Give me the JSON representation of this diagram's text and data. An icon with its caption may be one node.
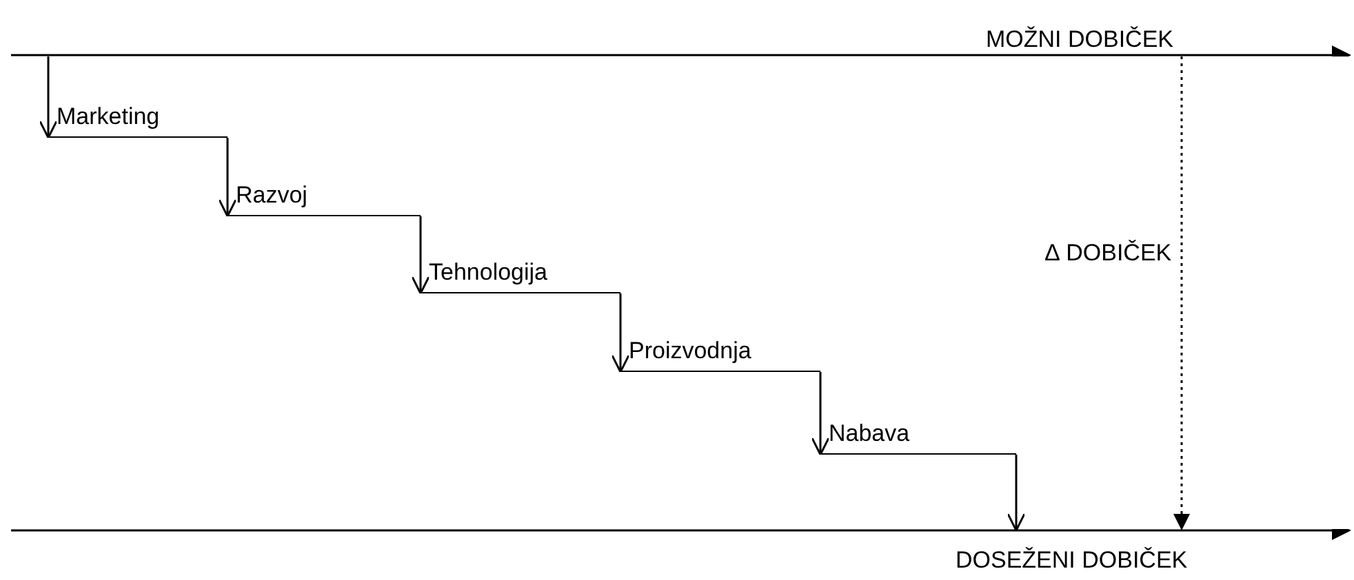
{
  "diagram": {
    "nodes": [
      {
        "text": [
          "MOŽNI DOBIČEK"
        ]
      },
      {
        "text": [
          "Marketing"
        ]
      },
      {
        "text": [
          "Razvoj"
        ]
      },
      {
        "text": [
          "Tehnologija"
        ]
      },
      {
        "text": [
          "Proizvodnja"
        ]
      },
      {
        "text": [
          "Nabava"
        ]
      },
      {
        "text": [
          "DOSEŽENI DOBIČEK"
        ]
      }
    ],
    "edges": [
      {
        "from": 0,
        "to": 1,
        "arrow": "to"
      },
      {
        "from": 1,
        "to": 2,
        "arrow": "to"
      },
      {
        "from": 2,
        "to": 3,
        "arrow": "to"
      },
      {
        "from": 3,
        "to": 4,
        "arrow": "to"
      },
      {
        "from": 4,
        "to": 5,
        "arrow": "to"
      },
      {
        "from": 5,
        "to": 6,
        "arrow": "to"
      },
      {
        "from": 0,
        "to": 6,
        "arrow": "to",
        "style": "dashed",
        "label": "∆ DOBIČEK"
      }
    ]
  }
}
